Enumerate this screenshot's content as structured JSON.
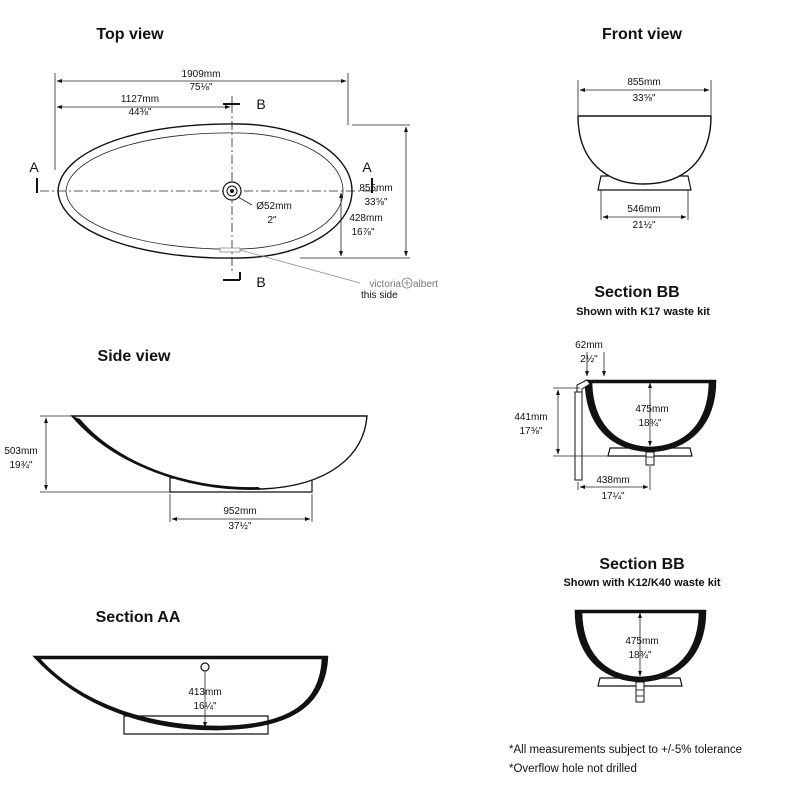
{
  "views": {
    "top": {
      "title": "Top view",
      "overall_length": "1909mm",
      "overall_length_in": "75⅛\"",
      "waste_offset": "1127mm",
      "waste_offset_in": "44⅜\"",
      "width": "855mm",
      "width_in": "33⅝\"",
      "half_width": "428mm",
      "half_width_in": "16⅞\"",
      "waste_diameter": "Ø52mm",
      "waste_diameter_in": "2\"",
      "section_a": "A",
      "section_b": "B",
      "brand_left": "victoria",
      "brand_right": "albert",
      "brand_note": "this side"
    },
    "front": {
      "title": "Front view",
      "width": "855mm",
      "width_in": "33⅝\"",
      "base_width": "546mm",
      "base_width_in": "21½\""
    },
    "side": {
      "title": "Side view",
      "height": "503mm",
      "height_in": "19¾\"",
      "base_length": "952mm",
      "base_length_in": "37½\""
    },
    "section_aa": {
      "title": "Section AA",
      "depth": "413mm",
      "depth_in": "16¼\""
    },
    "section_bb_k17": {
      "title": "Section BB",
      "subtitle": "Shown with K17 waste kit",
      "rim_offset": "62mm",
      "rim_offset_in": "2½\"",
      "overall_height": "441mm",
      "overall_height_in": "17⅜\"",
      "depth": "475mm",
      "depth_in": "18¾\"",
      "waste_offset": "438mm",
      "waste_offset_in": "17¼\""
    },
    "section_bb_k12": {
      "title": "Section BB",
      "subtitle": "Shown with K12/K40 waste kit",
      "depth": "475mm",
      "depth_in": "18¾\""
    }
  },
  "notes": {
    "tolerance": "*All measurements subject to +/-5% tolerance",
    "overflow": "*Overflow hole not drilled"
  }
}
